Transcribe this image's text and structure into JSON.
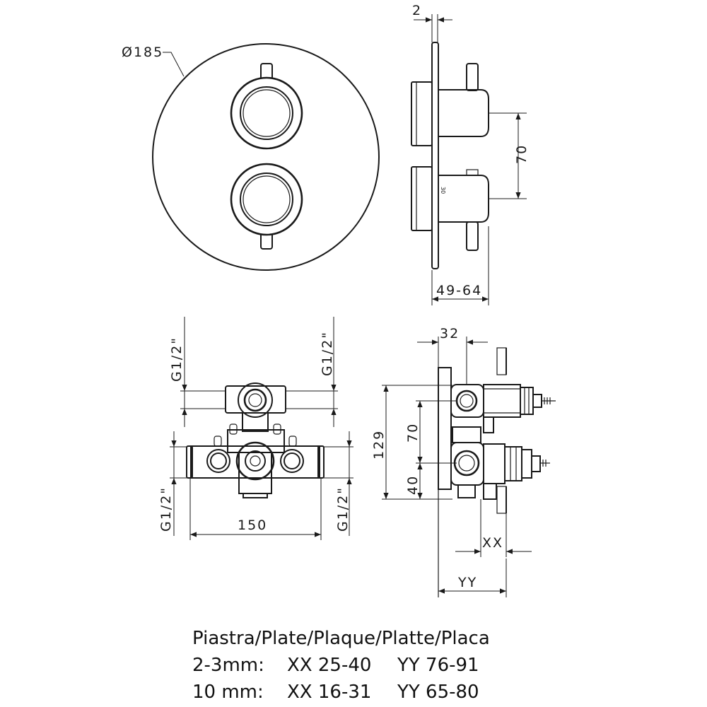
{
  "dimensions": {
    "plate_diameter": "Ø185",
    "plate_thickness": "2",
    "spacing_side": "70",
    "projection": "49-64",
    "inlet_top_left": "G1/2\"",
    "inlet_top_right": "G1/2\"",
    "outlet_bottom_left": "G1/2\"",
    "outlet_bottom_right": "G1/2\"",
    "body_width": "150",
    "body_depth": "32",
    "height_total": "129",
    "height_spacing": "70",
    "height_lower": "40",
    "xx": "XX",
    "yy": "YY",
    "engraving": "30"
  },
  "legend": {
    "title": "Piastra/Plate/Plaque/Platte/Placa",
    "rows": [
      {
        "label": "2-3mm:",
        "xx": "XX 25-40",
        "yy": "YY 76-91"
      },
      {
        "label": "10 mm:",
        "xx": "XX 16-31",
        "yy": "YY 65-80"
      }
    ]
  }
}
